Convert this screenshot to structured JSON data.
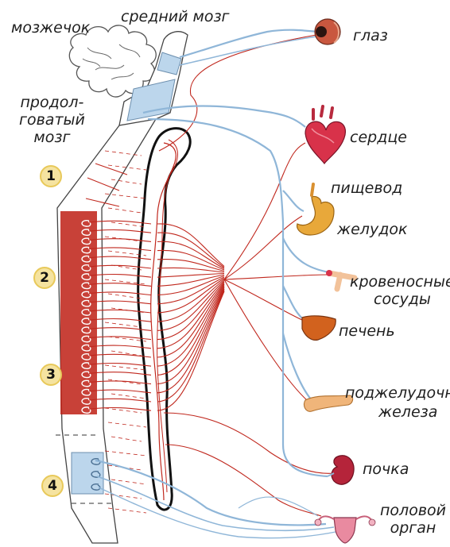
{
  "labels": {
    "cerebellum": "мозжечок",
    "midbrain": "средний мозг",
    "medulla": "продол-\nговатый\nмозг",
    "eye": "глаз",
    "heart": "сердце",
    "esophagus": "пищевод",
    "stomach": "желудок",
    "vessels": "кровеносные\nсосуды",
    "liver": "печень",
    "pancreas": "поджелудочная\nжелеза",
    "kidney": "почка",
    "genital": "половой\nорган"
  },
  "section_numbers": [
    "1",
    "2",
    "3",
    "4"
  ],
  "colors": {
    "sympathetic": "#c0271d",
    "parasympathetic": "#8fb6d8",
    "cord_outline": "#2a2a2a",
    "parasympathetic_fill": "#bcd6ec",
    "badge_fill": "#f5e3a0"
  }
}
